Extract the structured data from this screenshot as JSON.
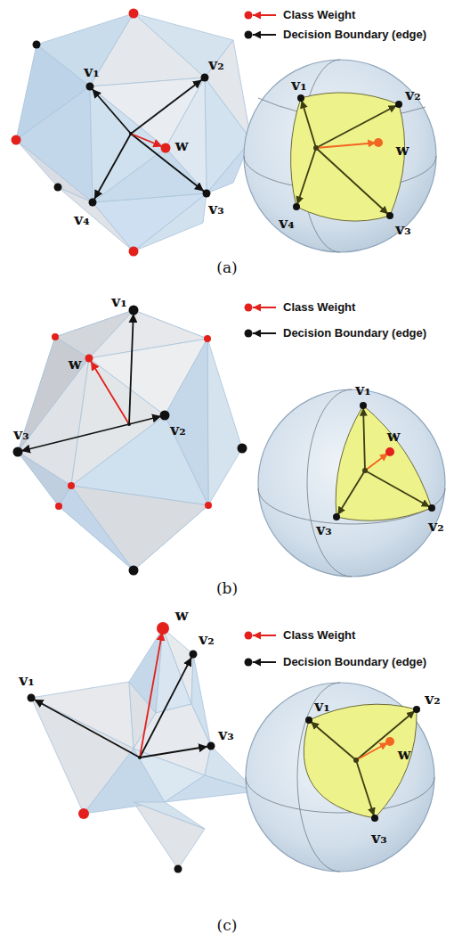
{
  "diagram": {
    "labels": [
      "v₁",
      "v₂",
      "v₃",
      "v₄",
      "w",
      "v₁",
      "v₂",
      "w",
      "v₄",
      "v₃",
      "(a)",
      "v₁",
      "w",
      "v₃",
      "v₂",
      "v₁",
      "w",
      "v₃",
      "v₂",
      "(b)",
      "w",
      "v₂",
      "v₁",
      "v₃",
      "v₂",
      "v₁",
      "w",
      "v₃",
      "(c)"
    ],
    "legend": [
      {
        "text": "Class Weight"
      },
      {
        "text": "Decision Boundary (edge)"
      },
      {
        "text": "Class Weight"
      },
      {
        "text": "Decision Boundary (edge)"
      },
      {
        "text": "Class Weight"
      },
      {
        "text": "Decision Boundary (edge)"
      }
    ]
  }
}
